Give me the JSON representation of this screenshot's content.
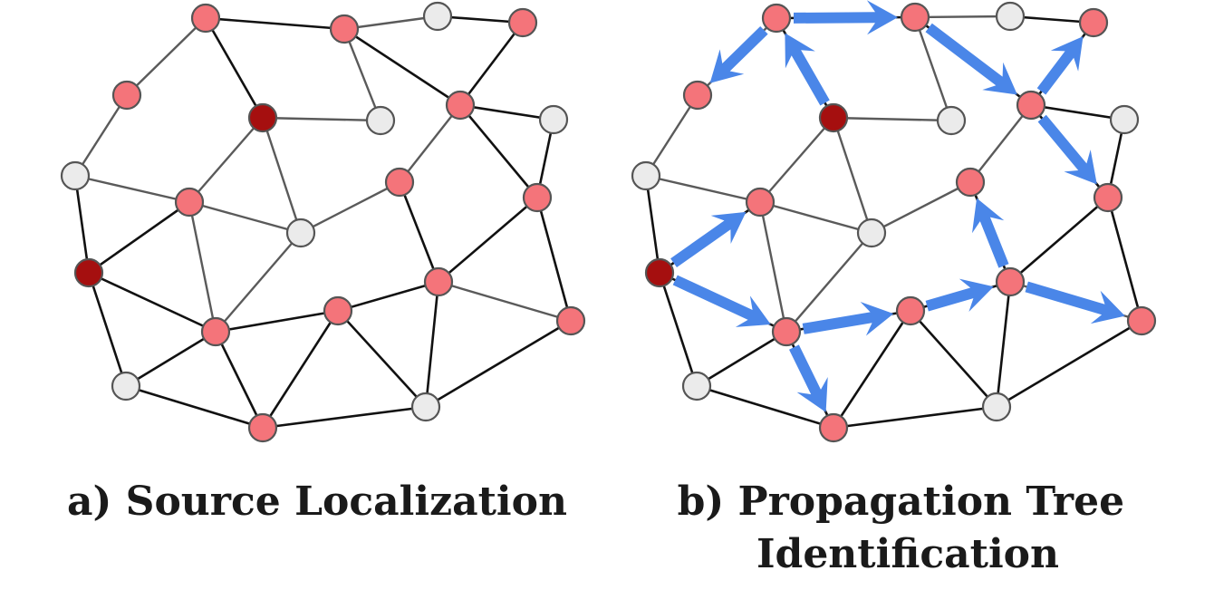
{
  "colors": {
    "infected": "#f4747a",
    "source": "#a50f0f",
    "healthy": "#ebebeb",
    "arrow": "#4a86e8"
  },
  "panels": [
    {
      "id": "a",
      "caption_lines": [
        "a) Source Localization"
      ],
      "show_arrows": false
    },
    {
      "id": "b",
      "caption_lines": [
        "b) Propagation Tree",
        "Identification"
      ],
      "show_arrows": true
    }
  ]
}
